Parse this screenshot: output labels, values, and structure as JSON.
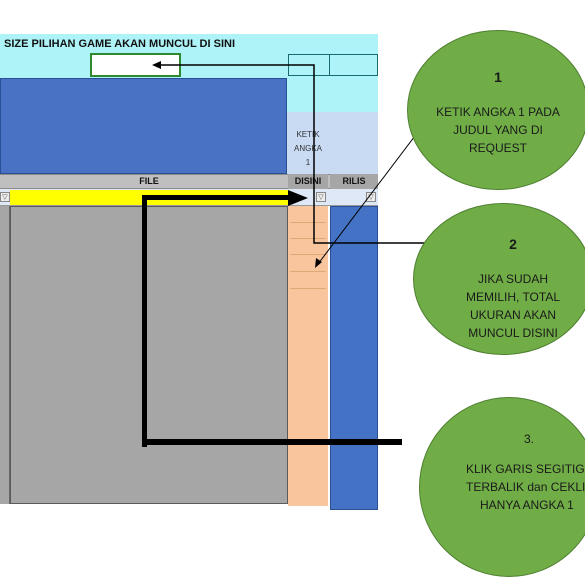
{
  "sheet": {
    "title": "SIZE PILIHAN GAME AKAN MUNCUL DI SINI",
    "note_lines": [
      "KETIK",
      "ANGKA",
      "1"
    ],
    "headers": {
      "file": "FILE",
      "disini": "DISINI",
      "rilis": "RILIS"
    },
    "colors": {
      "title_band": "#aef3f7",
      "blue_block": "#4a72c4",
      "filter_highlight": "#ffff00",
      "file_column": "#a6a6a6",
      "disini_column": "#f8c59c",
      "rilis_column": "#4472c4"
    }
  },
  "callouts": [
    {
      "number": "1",
      "lines": [
        "KETIK ANGKA 1 PADA",
        "JUDUL YANG DI",
        "REQUEST"
      ]
    },
    {
      "number": "2",
      "lines": [
        "JIKA SUDAH",
        "MEMILIH, TOTAL",
        "UKURAN AKAN",
        "MUNCUL DISINI"
      ]
    },
    {
      "number": "3.",
      "lines": [
        "KLIK GARIS SEGITIGA",
        "TERBALIK dan CEKLIS",
        "HANYA ANGKA 1"
      ]
    }
  ],
  "callout_color": "#70ad47"
}
